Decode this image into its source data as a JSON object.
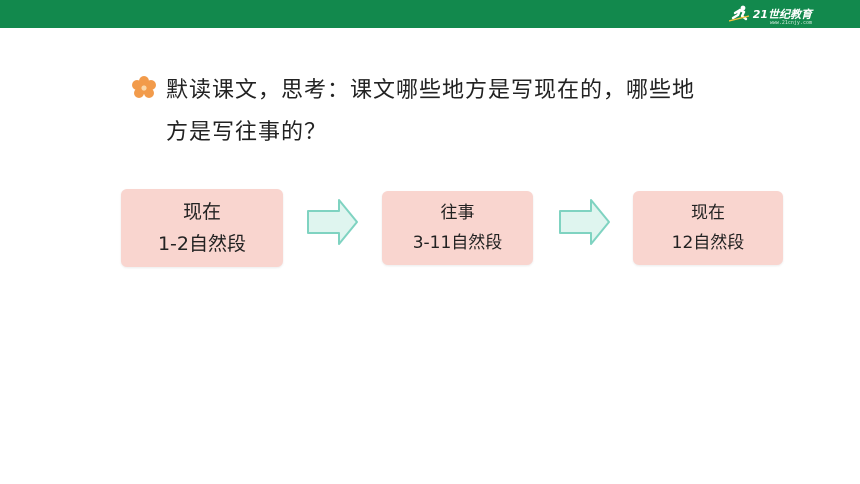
{
  "header": {
    "logo_text": "21世纪教育",
    "logo_sub": "www.21cnjy.com"
  },
  "question": {
    "line1": "默读课文，思考：课文哪些地方是写现在的，哪些地",
    "line2": "方是写往事的？"
  },
  "flow": [
    {
      "title": "现在",
      "range": "1-2自然段"
    },
    {
      "title": "往事",
      "range": "3-11自然段"
    },
    {
      "title": "现在",
      "range": "12自然段"
    }
  ],
  "colors": {
    "header_bg": "#12894d",
    "card_bg": "#f9d5cf",
    "arrow_fill": "#dff5ef",
    "arrow_stroke": "#7fd3c1",
    "flower": "#f29b4b"
  }
}
